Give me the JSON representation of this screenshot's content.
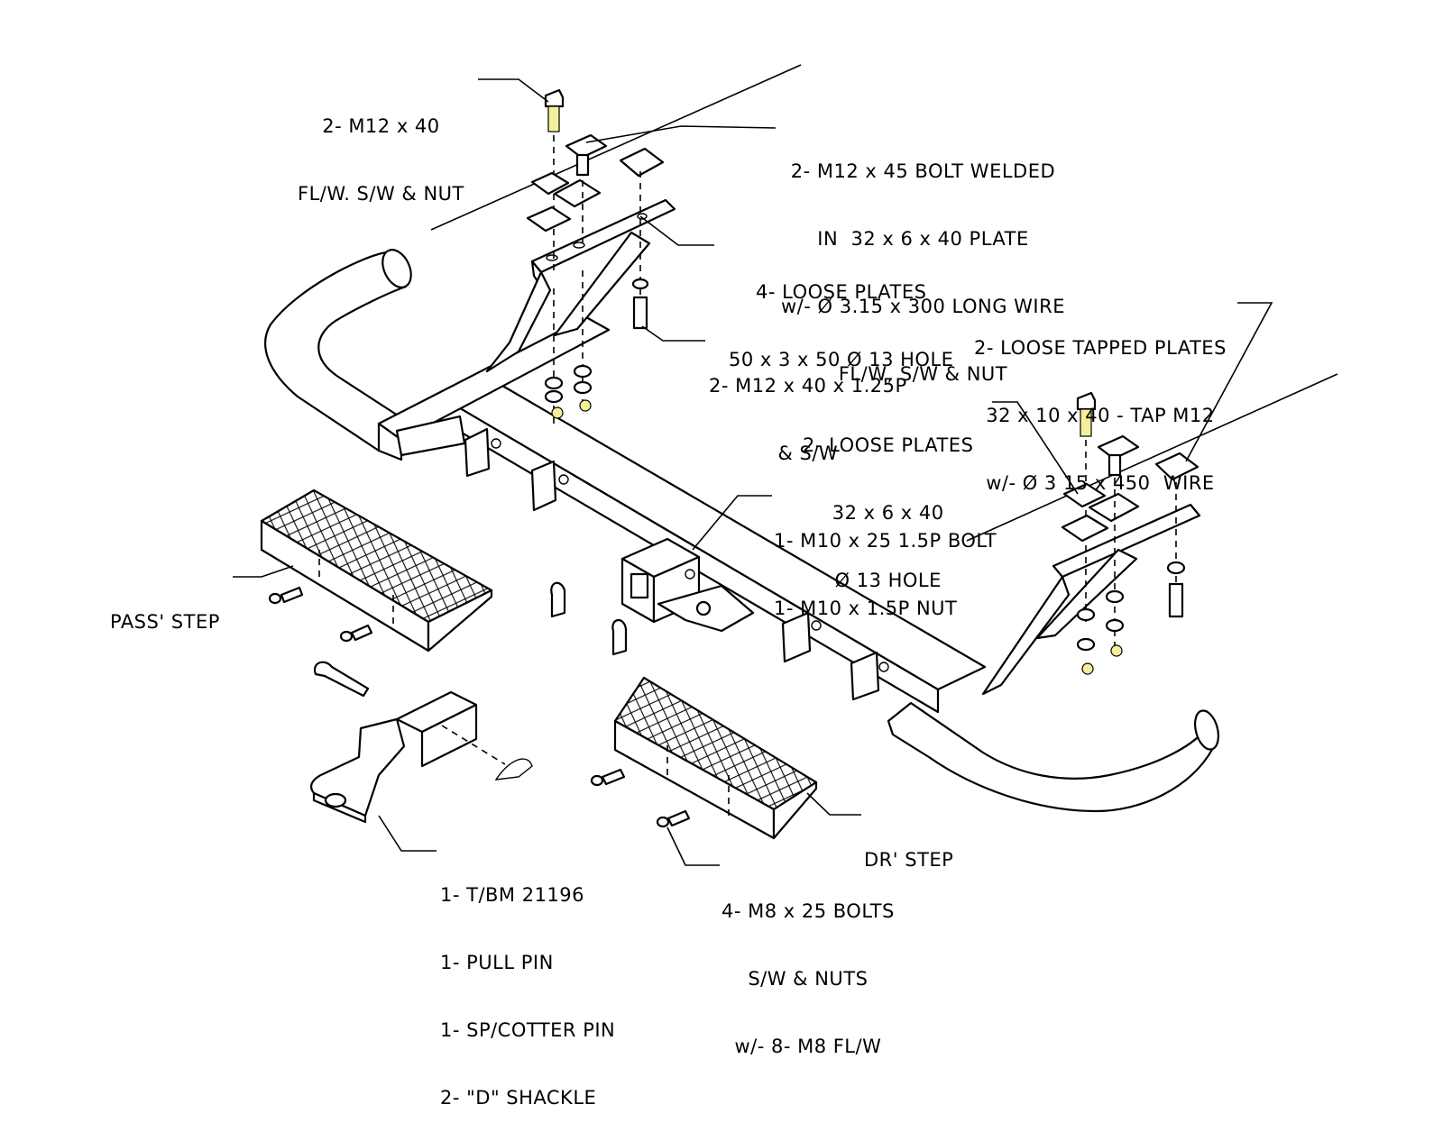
{
  "callouts": {
    "m12x40": [
      "2- M12 x 40",
      "FL/W. S/W & NUT"
    ],
    "welded_bolt": [
      "2- M12 x 45 BOLT WELDED",
      "IN  32 x 6 x 40 PLATE",
      "w/- Ø 3.15 x 300 LONG WIRE",
      "FL/W, S/W & NUT"
    ],
    "loose_plates_50": [
      "4- LOOSE PLATES",
      "50 x 3 x 50 Ø 13 HOLE"
    ],
    "tapped_plates": [
      "2- LOOSE TAPPED PLATES",
      "32 x 10 x 40 - TAP M12",
      "w/- Ø 3 15 x 450  WIRE"
    ],
    "m12x40_125p": [
      "2- M12 x 40 x 1.25P",
      "& S/W"
    ],
    "loose_plates_32": [
      "2- LOOSE PLATES",
      "32 x 6 x 40",
      "Ø 13 HOLE"
    ],
    "m10_bolt": [
      "1- M10 x 25 1.5P BOLT",
      "1- M10 x 1.5P NUT"
    ],
    "pass_step": [
      "PASS' STEP"
    ],
    "dr_step": [
      "DR' STEP"
    ],
    "tow_kit": [
      "1- T/BM 21196",
      "1- PULL PIN",
      "1- SP/COTTER PIN",
      "2- \"D\" SHACKLE"
    ],
    "m8_bolts": [
      "4- M8 x 25 BOLTS",
      "S/W & NUTS",
      "w/- 8- M8 FL/W"
    ]
  },
  "icons": {
    "tread": "diamond-plate-pattern",
    "bolt_tip_color": "#f3ef9a"
  }
}
